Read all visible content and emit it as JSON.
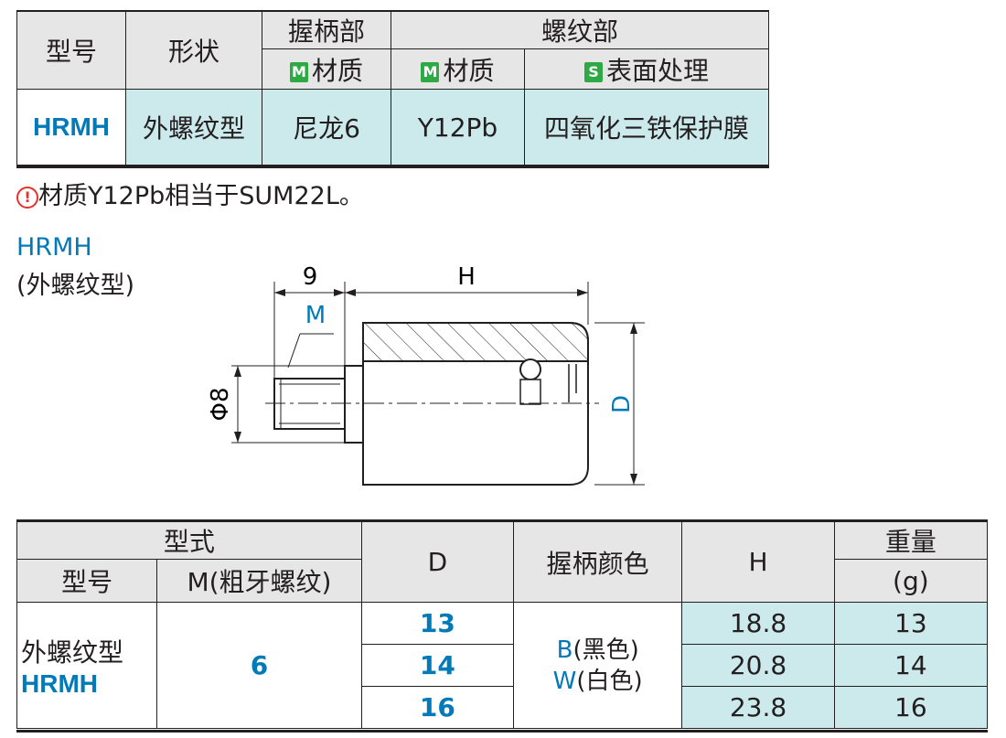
{
  "spec_table": {
    "h_model": "型号",
    "h_shape": "形状",
    "h_grip": "握柄部",
    "h_thread": "螺纹部",
    "h_grip_mat": "材质",
    "h_thread_mat": "材质",
    "h_surface": "表面处理",
    "badge_m": "M",
    "badge_s": "S",
    "model": "HRMH",
    "shape": "外螺纹型",
    "grip_material": "尼龙6",
    "thread_material": "Y12Pb",
    "surface": "四氧化三铁保护膜"
  },
  "note": {
    "icon": "!",
    "text": "材质Y12Pb相当于SUM22L。"
  },
  "drawing": {
    "title": "HRMH",
    "subtitle": "(外螺纹型)",
    "dim_9": "9",
    "dim_h": "H",
    "dim_m": "M",
    "dim_phi8": "Φ8",
    "dim_d": "D"
  },
  "size_table": {
    "h_type": "型式",
    "h_model": "型号",
    "h_m": "M(粗牙螺纹)",
    "h_d": "D",
    "h_color": "握柄颜色",
    "h_h": "H",
    "h_weight": "重量",
    "h_weight_unit": "(g)",
    "type_name": "外螺纹型",
    "model": "HRMH",
    "m": "6",
    "color_b_code": "B",
    "color_b_name": "(黑色)",
    "color_w_code": "W",
    "color_w_name": "(白色)",
    "rows": [
      {
        "d": "13",
        "h": "18.8",
        "weight": "13"
      },
      {
        "d": "14",
        "h": "20.8",
        "weight": "14"
      },
      {
        "d": "16",
        "h": "23.8",
        "weight": "16"
      }
    ]
  },
  "colors": {
    "accent_blue": "#007ab8",
    "cyan_cell": "#cce9ec",
    "header_gray": "#e6e6e6",
    "badge_green": "#2eaa45",
    "warn_red": "#e8302a"
  }
}
